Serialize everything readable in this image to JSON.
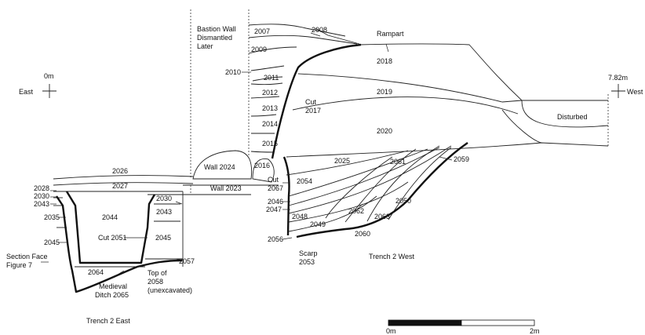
{
  "labels": {
    "bastion_wall": [
      "Bastion Wall",
      "Dismantled",
      "Later"
    ],
    "rampart": "Rampart",
    "origin_distance": "0m",
    "east": "East",
    "end_distance": "7.82m",
    "west": "West",
    "disturbed": "Disturbed",
    "wall_2024": "Wall 2024",
    "wall_2023": "Wall 2023",
    "cut_2017": [
      "Cut",
      "2017"
    ],
    "cut_2067": [
      "Cut",
      "2067"
    ],
    "cut_2051": "Cut 2051",
    "scarp_2053": [
      "Scarp",
      "2053"
    ],
    "section_face": [
      "Section Face",
      "Figure 7"
    ],
    "medieval_ditch": [
      "Medieval",
      "Ditch 2065"
    ],
    "top_of_2058": [
      "Top of",
      "2058",
      "(unexcavated)"
    ],
    "trench_2_west": "Trench 2 West",
    "trench_2_east": "Trench 2 East"
  },
  "contexts": {
    "c2007": "2007",
    "c2008": "2008",
    "c2009": "2009",
    "c2010": "2010",
    "c2011": "2011",
    "c2012": "2012",
    "c2013": "2013",
    "c2014": "2014",
    "c2015": "2015",
    "c2016": "2016",
    "c2018": "2018",
    "c2019": "2019",
    "c2020": "2020",
    "c2025": "2025",
    "c2026": "2026",
    "c2027": "2027",
    "c2028": "2028",
    "c2030a": "2030",
    "c2030b": "2030",
    "c2043a": "2043",
    "c2043b": "2043",
    "c2044": "2044",
    "c2035": "2035",
    "c2045a": "2045",
    "c2045b": "2045",
    "c2046": "2046",
    "c2047": "2047",
    "c2048": "2048",
    "c2049": "2049",
    "c2050": "2050",
    "c2054": "2054",
    "c2056": "2056",
    "c2057": "2057",
    "c2059": "2059",
    "c2060": "2060",
    "c2061": "2061",
    "c2062": "2062",
    "c2063": "2063",
    "c2064": "2064"
  },
  "scale_bar": {
    "start": "0m",
    "end": "2m"
  }
}
